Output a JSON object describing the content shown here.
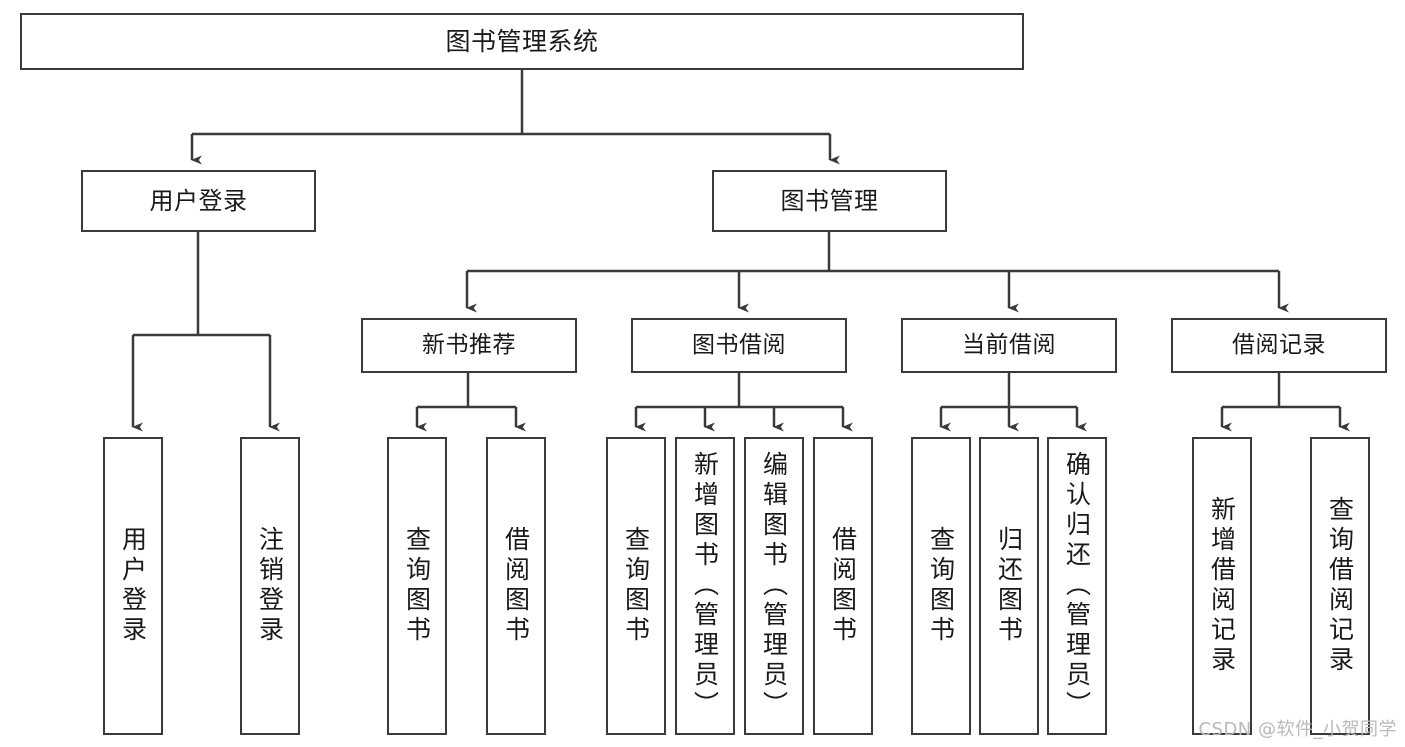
{
  "diagram": {
    "title": "图书管理系统",
    "type": "hierarchy-tree",
    "root": {
      "label": "图书管理系统"
    },
    "level2": [
      {
        "label": "用户登录"
      },
      {
        "label": "图书管理"
      }
    ],
    "level3": [
      {
        "label": "新书推荐"
      },
      {
        "label": "图书借阅"
      },
      {
        "label": "当前借阅"
      },
      {
        "label": "借阅记录"
      }
    ],
    "leaves": [
      {
        "label": "用户登录"
      },
      {
        "label": "注销登录"
      },
      {
        "label": "查询图书"
      },
      {
        "label": "借阅图书"
      },
      {
        "label": "查询图书"
      },
      {
        "label": "新增图书（管理员）"
      },
      {
        "label": "编辑图书（管理员）"
      },
      {
        "label": "借阅图书"
      },
      {
        "label": "查询图书"
      },
      {
        "label": "归还图书"
      },
      {
        "label": "确认归还（管理员）"
      },
      {
        "label": "新增借阅记录"
      },
      {
        "label": "查询借阅记录"
      }
    ]
  },
  "watermark": {
    "text": "CSDN @软件_小贺同学"
  },
  "colors": {
    "stroke": "#3a3a3a",
    "background": "#ffffff",
    "text": "#1a1a1a",
    "watermark": "#b9b9b9"
  }
}
